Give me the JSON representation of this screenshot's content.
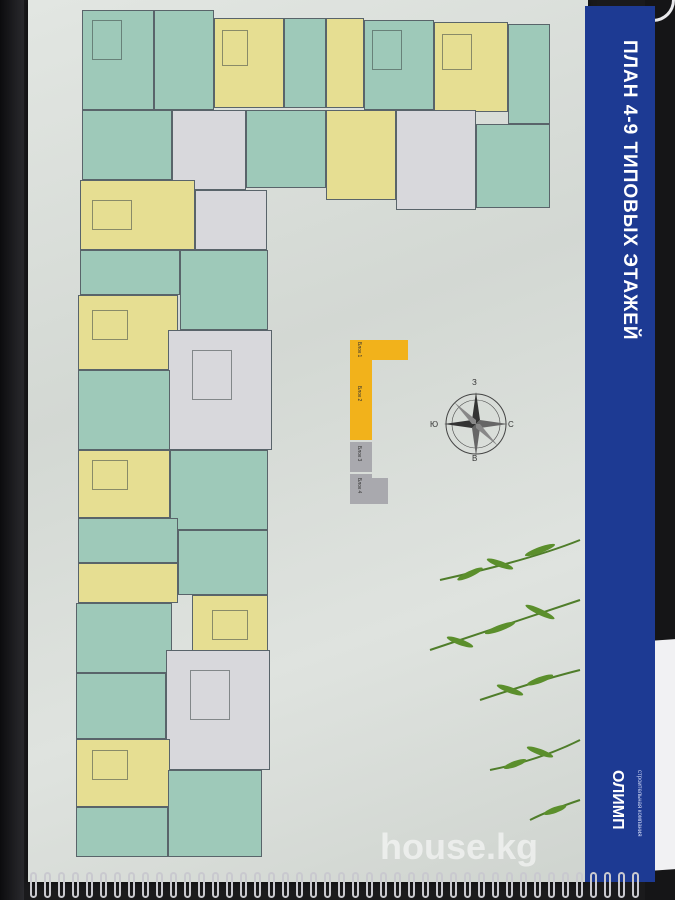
{
  "title": "ПЛАН 4-9 ТИПОВЫХ ЭТАЖЕЙ",
  "logo": {
    "name": "ОЛИМП",
    "subtitle": "строительная компания"
  },
  "compass": {
    "north": "С",
    "south": "Ю",
    "east": "В",
    "west": "З"
  },
  "keyplan": {
    "blocks": [
      {
        "label": "Блок 1",
        "state": "highlighted"
      },
      {
        "label": "Блок 2",
        "state": "highlighted"
      },
      {
        "label": "Блок 3",
        "state": "muted"
      },
      {
        "label": "Блок 4",
        "state": "muted"
      }
    ]
  },
  "watermark": "house.kg",
  "colors": {
    "bar": "#1d3a93",
    "green_apartment": "#9ec9b9",
    "yellow_apartment": "#e6de92",
    "accent": "#f2b21b"
  }
}
